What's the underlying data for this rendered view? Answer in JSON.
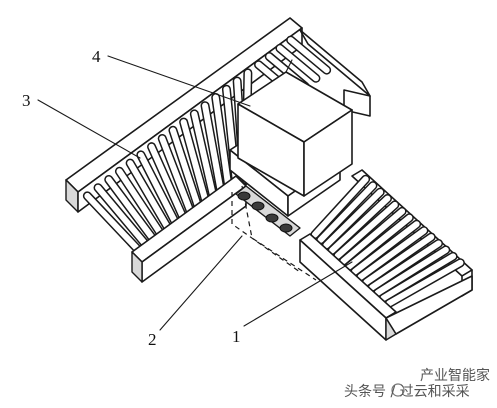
{
  "labels": {
    "l1": "1",
    "l2": "2",
    "l3": "3",
    "l4": "4"
  },
  "watermark": {
    "text": "头条号 / 过云和采采",
    "overlay": "产业智能家"
  }
}
